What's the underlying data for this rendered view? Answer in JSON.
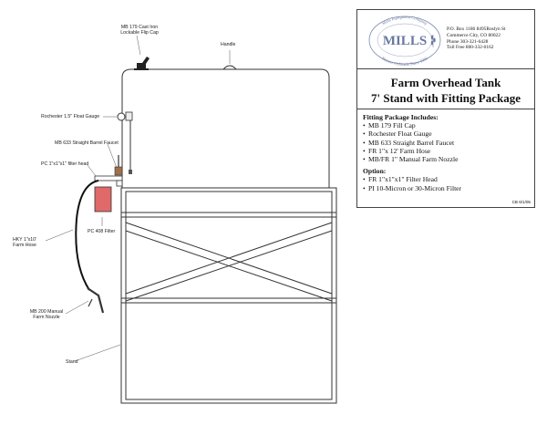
{
  "labels": {
    "fill_cap": [
      "MB 179 Cast Iron",
      "Lockable Flip Cap"
    ],
    "handle": "Handle",
    "float_gauge": "Rochester 1.5\" Float Gauge",
    "faucet": "MB 633 Straight Barrel Faucet",
    "filter_head": "PC 1\"x1\"x1\" filter head",
    "filter": "PC 408 Filter",
    "hose": [
      "HKY 1\"x10'",
      "Farm Hose"
    ],
    "nozzle": [
      "MB 200 Manual",
      "Farm Nozzle"
    ],
    "stand": "Stand"
  },
  "company": {
    "logo_name": "MILLS",
    "arc_top": "Mills Equipment Company",
    "arc_bottom": "Denver Colorado Since 1966",
    "address": [
      "P.O. Box 1186 8495Roslyn St",
      "Commerce City, CO 80022",
      "Phone      303-321-6428",
      "Toll Free 800-332-0162"
    ]
  },
  "title": {
    "line1": "Farm Overhead Tank",
    "line2": "7' Stand with Fitting Package"
  },
  "fitting_package": {
    "heading": "Fitting Package Includes:",
    "items": [
      "MB 179 Fill Cap",
      "Rochester Float Gauge",
      "MB 633 Straight Barrel Faucet",
      "FR 1\"x 12' Farm Hose",
      "MB/FR 1\" Manual Farm Nozzle"
    ]
  },
  "option": {
    "heading": "Option:",
    "items": [
      "FR 1\"x1\"x1\" Filter Head",
      "PI 10-Micron or 30-Micron Filter"
    ]
  },
  "doc_code": "CB 6/1/05",
  "colors": {
    "line": "#333333",
    "filter": "#e06a6a",
    "faucet": "#a0704a",
    "logo": "#7a8ab0"
  }
}
